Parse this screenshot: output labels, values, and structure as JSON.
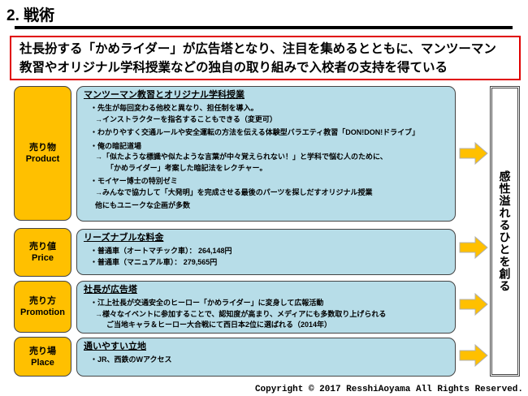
{
  "title": "2. 戦術",
  "summary": {
    "line1": "社長扮する「かめライダー」が広告塔となり、注目を集めるとともに、マンツーマン",
    "line2": "教習やオリジナル学科授業などの独自の取り組みで入校者の支持を得ている"
  },
  "rows": [
    {
      "label_jp": "売り物",
      "label_en": "Product",
      "heading": "マンツーマン教習とオリジナル学科授業",
      "lines": [
        "・先生が毎回変わる他校と異なり、担任制を導入。",
        "→インストラクターを指名することもできる（変更可）",
        "・わかりやすく交通ルールや安全運転の方法を伝える体験型バラエティ教習「DON!DON!ドライブ」",
        "・俺の暗記道場",
        "→「似たような標識や似たような言葉が中々覚えられない！」と学科で悩む人のために、",
        "「かめライダー」考案した暗記法をレクチャー。",
        "・モイヤー博士の特別ゼミ",
        "→みんなで協力して「大発明」を完成させる最後のパーツを探しだすオリジナル授業",
        "他にもユニークな企画が多数"
      ]
    },
    {
      "label_jp": "売り値",
      "label_en": "Price",
      "heading": "リーズナブルな料金",
      "lines": [
        "・普通車（オートマチック車）： 264,148円",
        "・普通車（マニュアル車）： 279,565円"
      ]
    },
    {
      "label_jp": "売り方",
      "label_en": "Promotion",
      "heading": "社長が広告塔",
      "lines": [
        "・江上社長が交通安全のヒーロー「かめライダー」に変身して広報活動",
        "→様々なイベントに参加することで、認知度が高まり、メディアにも多数取り上げられる",
        "ご当地キャラ＆ヒーロー大合戦にて西日本2位に選ばれる（2014年）"
      ]
    },
    {
      "label_jp": "売り場",
      "label_en": "Place",
      "heading": "通いやすい立地",
      "lines": [
        "・JR、西鉄のWアクセス"
      ]
    }
  ],
  "result": "感性溢れるひとを創る",
  "copyright": "Copyright © 2017 ResshiAoyama All Rights Reserved.",
  "colors": {
    "label": "#ffc000",
    "box": "#b7dde8",
    "summary_border": "#e00000",
    "arrow": "#ffc000"
  }
}
